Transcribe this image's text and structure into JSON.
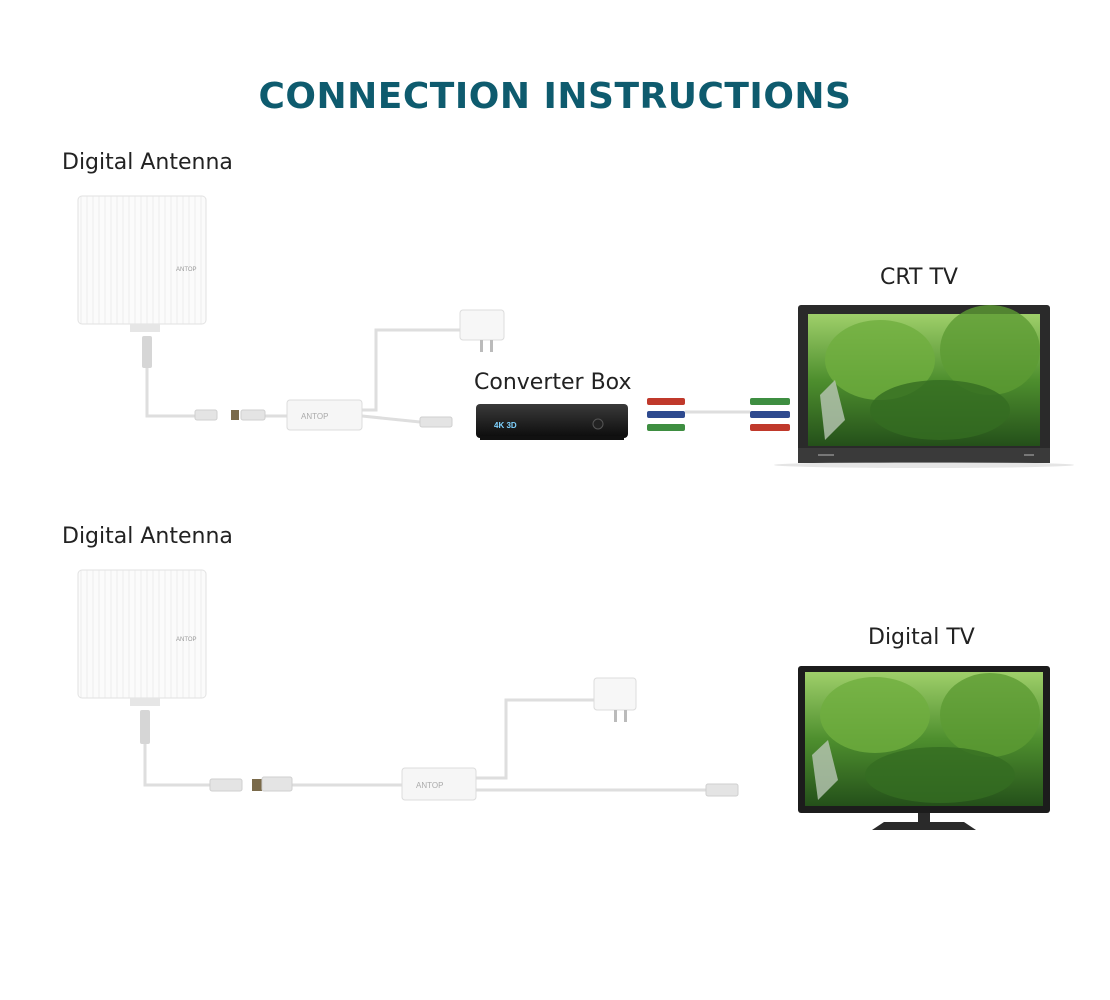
{
  "title": "CONNECTION INSTRUCTIONS",
  "diagram1": {
    "antenna_label": "Digital Antenna",
    "converter_label": "Converter Box",
    "tv_label": "CRT TV",
    "antenna_brand": "ANTOP",
    "amplifier_brand": "ANTOP",
    "box_badge": "4K 3D"
  },
  "diagram2": {
    "antenna_label": "Digital Antenna",
    "tv_label": "Digital TV",
    "antenna_brand": "ANTOP",
    "amplifier_brand": "ANTOP"
  },
  "colors": {
    "title": "#0e5b6e",
    "tv_frame": "#2a2a2a",
    "rca_red": "#c0392b",
    "rca_green": "#3e8e41",
    "rca_blue": "#2e4a8f",
    "rca_yellow": "#e0b020"
  }
}
